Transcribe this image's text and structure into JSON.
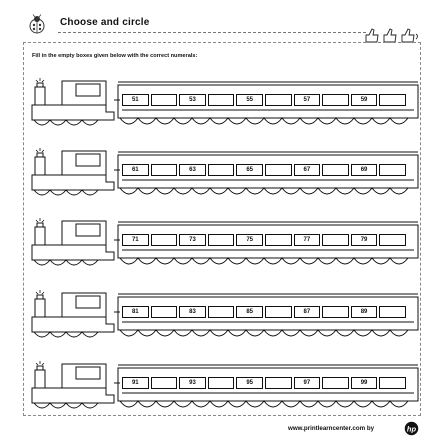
{
  "header": {
    "title": "Choose and circle"
  },
  "instruction": "Fill in the empty boxes given below with the correct numerals:",
  "trains": [
    {
      "boxes": [
        "51",
        "",
        "53",
        "",
        "55",
        "",
        "57",
        "",
        "59",
        ""
      ]
    },
    {
      "boxes": [
        "61",
        "",
        "63",
        "",
        "65",
        "",
        "67",
        "",
        "69",
        ""
      ]
    },
    {
      "boxes": [
        "71",
        "",
        "73",
        "",
        "75",
        "",
        "77",
        "",
        "79",
        ""
      ]
    },
    {
      "boxes": [
        "81",
        "",
        "83",
        "",
        "85",
        "",
        "87",
        "",
        "89",
        ""
      ]
    },
    {
      "boxes": [
        "91",
        "",
        "93",
        "",
        "95",
        "",
        "97",
        "",
        "99",
        ""
      ]
    }
  ],
  "footer": {
    "site": "www.printlearncenter.com by"
  },
  "icons": {
    "header": "ladybug-icon",
    "rating": "thumbs-up-icon",
    "brand": "hp-logo-icon"
  },
  "colors": {
    "ink": "#111111",
    "dashed": "#888888"
  }
}
